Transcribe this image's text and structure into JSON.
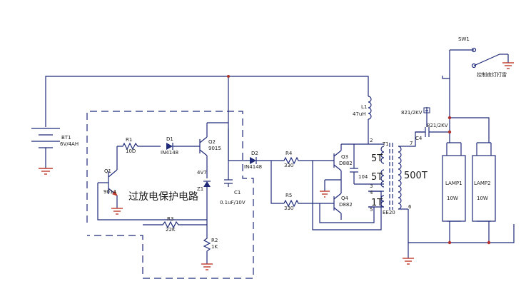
{
  "labels": {
    "sw1": "SW1",
    "control": "控制夜灯打雷",
    "l1": "L1",
    "l1_val": "47uH",
    "bt1": "BT1",
    "bt1_val": "6V/4AH",
    "r1": "R1",
    "r1_val": "10D",
    "d1": "D1",
    "d1_val": "IN4148",
    "q2": "Q2",
    "q2_val": "9015",
    "q1": "Q1",
    "q1_val": "9014",
    "z1_v": "4V7",
    "z1": "Z1",
    "d2": "D2",
    "d2_val": "IN4148",
    "c1": "C1",
    "c1_val": "0.1uF/10V",
    "title_cn": "过放电保护电路",
    "r3": "R3",
    "r3_val": "22K",
    "r2": "R2",
    "r2_val": "1K",
    "r4": "R4",
    "r4_val": "330",
    "r5": "R5",
    "r5_val": "330",
    "q3": "Q3",
    "q3_val": "D882",
    "q4": "Q4",
    "q4_val": "D882",
    "c2_val": "104",
    "t1": "T1",
    "t1_turns_a": "5T",
    "t1_turns_b": "5T",
    "t1_turns_c": "1T",
    "t1_turns_sec": "500T",
    "t1_core": "EE20",
    "pin2": "2",
    "pin3": "3",
    "pin4": "4",
    "pin5": "5",
    "pin6": "6",
    "pin7": "7",
    "c3_val": "821/2KV",
    "c4_val": "821/2KV",
    "c4": "C4",
    "lamp1": "LAMP1",
    "lamp1_w": "10W",
    "lamp2": "LAMP2",
    "lamp2_w": "10W"
  }
}
